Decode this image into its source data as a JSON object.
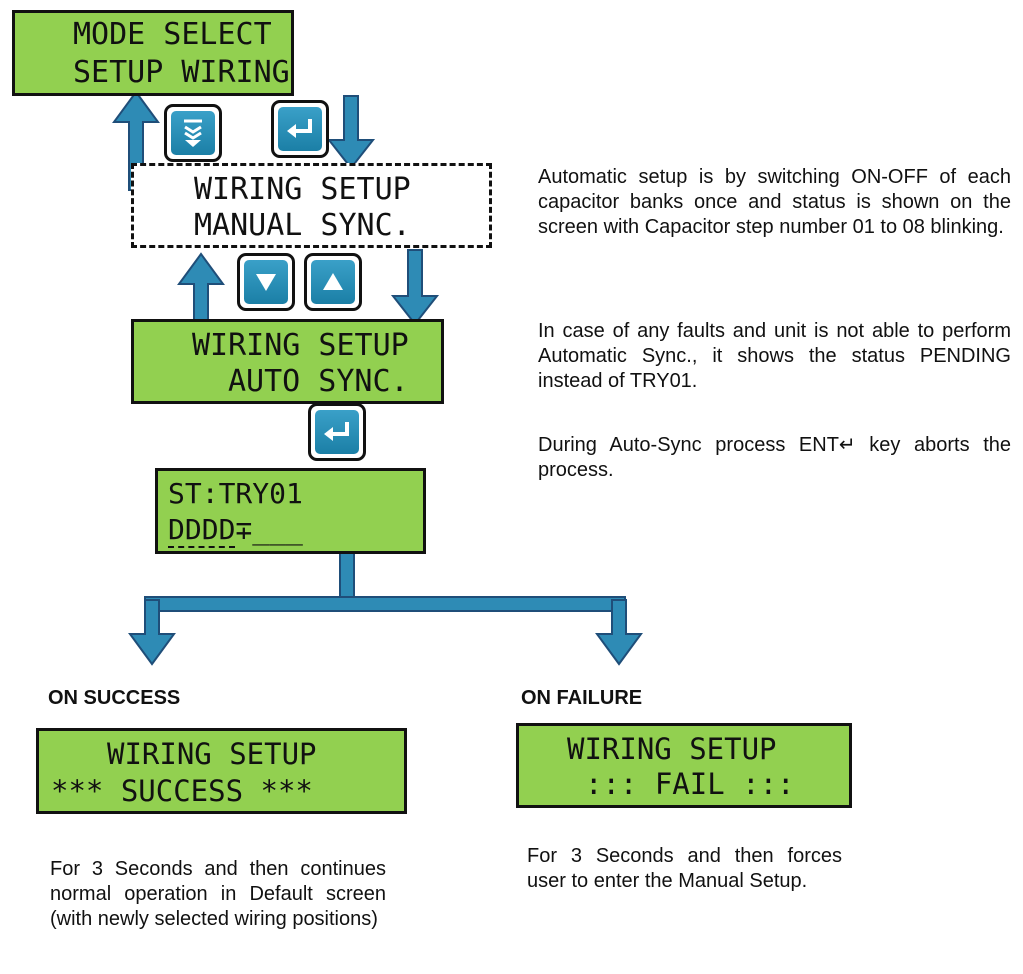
{
  "screens": {
    "mode_select": {
      "line1": "MODE SELECT",
      "line2": "SETUP WIRING"
    },
    "manual_sync": {
      "line1": "WIRING SETUP",
      "line2": "MANUAL SYNC."
    },
    "auto_sync": {
      "line1": "WIRING SETUP",
      "line2": "AUTO SYNC."
    },
    "status": {
      "line1": "ST:TRY01",
      "line2_a": "DDDD",
      "line2_b": "∓",
      "line2_c": "___"
    },
    "success": {
      "line1": "WIRING SETUP",
      "line2": "*** SUCCESS ***"
    },
    "fail": {
      "line1": "WIRING SETUP",
      "line2": "::: FAIL :::"
    }
  },
  "keys": {
    "scroll": "scroll-down-key",
    "enter": "enter-key",
    "down": "down-key",
    "up": "up-key"
  },
  "notes": {
    "auto_setup": "Automatic setup is by switching ON-OFF of each capacitor banks once and status is shown on the screen with Capacitor step number 01 to 08 blinking.",
    "faults": "In case of any faults and unit is not able to perform Automatic Sync., it shows the status PENDING instead of TRY01.",
    "abort": "During Auto-Sync process ENT↵ key aborts the process."
  },
  "outcomes": {
    "success_heading": "ON SUCCESS",
    "failure_heading": "ON FAILURE",
    "success_text": "For 3 Seconds and then continues normal operation in Default screen (with newly selected wiring positions)",
    "failure_text": "For 3 Seconds and then forces user to enter the Manual Setup."
  },
  "colors": {
    "lcd": "#92d050",
    "arrow": "#2e8bb5",
    "arrow_stroke": "#1f4e79"
  }
}
